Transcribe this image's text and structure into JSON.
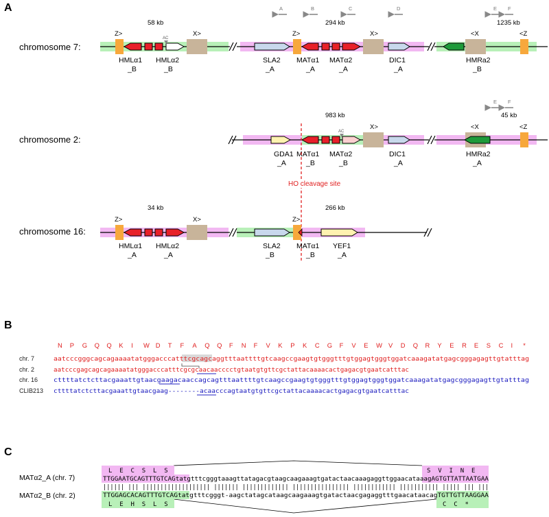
{
  "colors": {
    "green_block": "#b8f0b8",
    "pink_block": "#f2b8f2",
    "z_box": "#f7a83c",
    "x_box": "#c8b49a",
    "red_gene": "#e8202a",
    "blue_gene": "#c8d8ec",
    "yellow_gene": "#fff2b0",
    "dark_green_gene": "#1e9a3a",
    "cut_line": "#e02020",
    "primer_grey": "#888888",
    "seq_red": "#e02020",
    "seq_blue": "#2020c0"
  },
  "panelA": {
    "letter": "A",
    "chr7": {
      "label": "chromosome 7:",
      "dist1": "58 kb",
      "dist2": "294 kb",
      "dist3": "1235 kb",
      "z1": "Z>",
      "x1": "X>",
      "z2": "Z>",
      "x2": "X>",
      "x3": "<X",
      "z3": "<Z",
      "ac": "AC",
      "genes": [
        {
          "name": "HMLα1",
          "suffix": "_B"
        },
        {
          "name": "HMLα2",
          "suffix": "_B"
        },
        {
          "name": "SLA2",
          "suffix": "_A"
        },
        {
          "name": "MATα1",
          "suffix": "_A"
        },
        {
          "name": "MATα2",
          "suffix": "_A"
        },
        {
          "name": "DIC1",
          "suffix": "_A"
        },
        {
          "name": "HMRa2",
          "suffix": "_B"
        }
      ],
      "primers": [
        "A",
        "B",
        "C",
        "D",
        "E",
        "F"
      ]
    },
    "chr2": {
      "label": "chromosome 2:",
      "dist1": "983 kb",
      "dist2": "45 kb",
      "x1": "X>",
      "x2": "<X",
      "z1": "<Z",
      "ac": "AC",
      "genes": [
        {
          "name": "GDA1",
          "suffix": "_A"
        },
        {
          "name": "MATα1",
          "suffix": "_B"
        },
        {
          "name": "MATα2",
          "suffix": "_B"
        },
        {
          "name": "DIC1",
          "suffix": "_A"
        },
        {
          "name": "HMRa2",
          "suffix": "_A"
        }
      ],
      "primers": [
        "E",
        "F"
      ],
      "cleavage": "HO cleavage site"
    },
    "chr16": {
      "label": "chromosome 16:",
      "dist1": "34 kb",
      "dist2": "266 kb",
      "z1": "Z>",
      "x1": "X>",
      "z2": "Z>",
      "genes": [
        {
          "name": "HMLα1",
          "suffix": "_A"
        },
        {
          "name": "HMLα2",
          "suffix": "_A"
        },
        {
          "name": "SLA2",
          "suffix": "_B"
        },
        {
          "name": "MATα1",
          "suffix": "_B"
        },
        {
          "name": "YEF1",
          "suffix": "_A"
        }
      ]
    }
  },
  "panelB": {
    "letter": "B",
    "aa": [
      "N",
      "P",
      "G",
      "Q",
      "Q",
      "K",
      "I",
      "W",
      "D",
      "T",
      "F",
      "A",
      "Q",
      "Q",
      "F",
      "N",
      "F",
      "V",
      "K",
      "P",
      "K",
      "C",
      "G",
      "F",
      "V",
      "E",
      "W",
      "V",
      "D",
      "Q",
      "R",
      "Y",
      "E",
      "R",
      "E",
      "S",
      "C",
      "I",
      "*"
    ],
    "rows": [
      {
        "label": "chr. 7",
        "seq": "aatcccgggcagcagaaaatatgggacccatttcgcagcaggtttaattttgtcaagccgaagtgtgggtttgtggagtgggtggatcaaagatatgagcgggagagttgtatttag"
      },
      {
        "label": "chr. 2",
        "seq": "aatcccgagcagcagaaaatatgggacccatttcgcgcaacaacccctgtaatgtgttcgctattacaaaacactgagacgtgaatcatttac"
      },
      {
        "label": "chr. 16",
        "seq": "cttttatctcttacgaaattgtaacgaagacaaccagcagtttaattttgtcaagccgaagtgtgggtttgtggagtgggtggatcaaagatatgagcgggagagttgtatttag"
      },
      {
        "label": "CLIB213",
        "seq": "cttttatctcttacgaaattgtaacgaag--------acaacccagtaatgtgttcgctattacaaaacactgagacgtgaatcatttac"
      }
    ]
  },
  "panelC": {
    "letter": "C",
    "row1": {
      "label": "MATα2_A (chr. 7)",
      "aa_left": "L  E  C  S  L  S",
      "aa_right": "S  V  I  N  E",
      "seq": "TTGGAATGCAGTTTGTCAGtatgtttcgggtaaagttatagacgtaagcaagaaagtgatactaacaaagaggttggaacataaagAGTGTTATTAATGAA"
    },
    "row2": {
      "label": "MATα2_B (chr. 2)",
      "aa_left": "L  E  H  S  L  S",
      "aa_right": "C  C  *",
      "seq": "TTGGAGCACAGTTTGTCAGtatgtttcgggt-aagctatagcataagcaagaaagtgatactaacgagaggtttgaacataacagTGTTGTTAAGGAA"
    }
  }
}
